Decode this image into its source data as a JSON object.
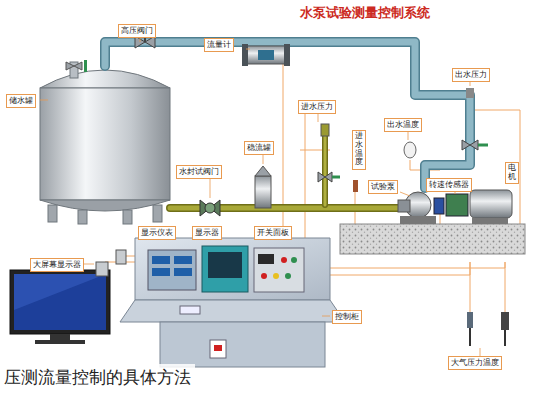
{
  "diagram": {
    "title": "水泵试验测量控制系统",
    "caption": "压测流量控制的具体方法",
    "nodes": [
      {
        "text": [
          "高压阀门"
        ]
      },
      {
        "text": [
          "流量计"
        ]
      },
      {
        "text": [
          "储水罐"
        ]
      },
      {
        "text": [
          "出水压力"
        ]
      },
      {
        "text": [
          "进水压力"
        ]
      },
      {
        "text": [
          "出水温度"
        ]
      },
      {
        "text": [
          "进水温度"
        ]
      },
      {
        "text": [
          "稳流罐"
        ]
      },
      {
        "text": [
          "水封试阀门"
        ]
      },
      {
        "text": [
          "试验泵"
        ]
      },
      {
        "text": [
          "转速传感器"
        ]
      },
      {
        "text": [
          "电机"
        ]
      },
      {
        "text": [
          "显示仪表"
        ]
      },
      {
        "text": [
          "显示器"
        ]
      },
      {
        "text": [
          "开关面板"
        ]
      },
      {
        "text": [
          "大屏幕显示器"
        ]
      },
      {
        "text": [
          "控制柜"
        ]
      },
      {
        "text": [
          "大气压力温度"
        ]
      }
    ]
  }
}
